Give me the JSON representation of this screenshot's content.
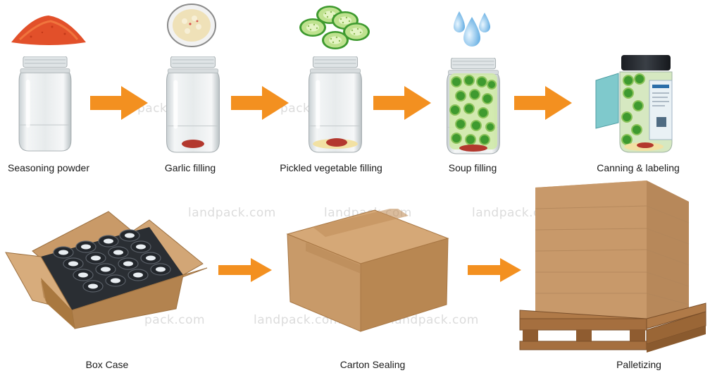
{
  "watermark": {
    "text": "landpack.com",
    "partial": "pack.com"
  },
  "colors": {
    "arrow": "#f39020",
    "cardboard": "#c99a68",
    "cardboard_dark": "#a87744",
    "wood": "#b07a48"
  },
  "steps_top": [
    {
      "label": "Seasoning powder",
      "icon": "jar-with-powder-icon"
    },
    {
      "label": "Garlic filling",
      "icon": "jar-with-garlic-icon"
    },
    {
      "label": "Pickled vegetable filling",
      "icon": "jar-with-cucumber-icon"
    },
    {
      "label": "Soup filling",
      "icon": "jar-with-water-drops-icon"
    },
    {
      "label": "Canning & labeling",
      "icon": "labeled-jar-icon"
    }
  ],
  "steps_bottom": [
    {
      "label": "Box Case",
      "icon": "open-box-with-jars-icon"
    },
    {
      "label": "Carton Sealing",
      "icon": "sealed-carton-icon"
    },
    {
      "label": "Palletizing",
      "icon": "pallet-stack-icon"
    }
  ]
}
